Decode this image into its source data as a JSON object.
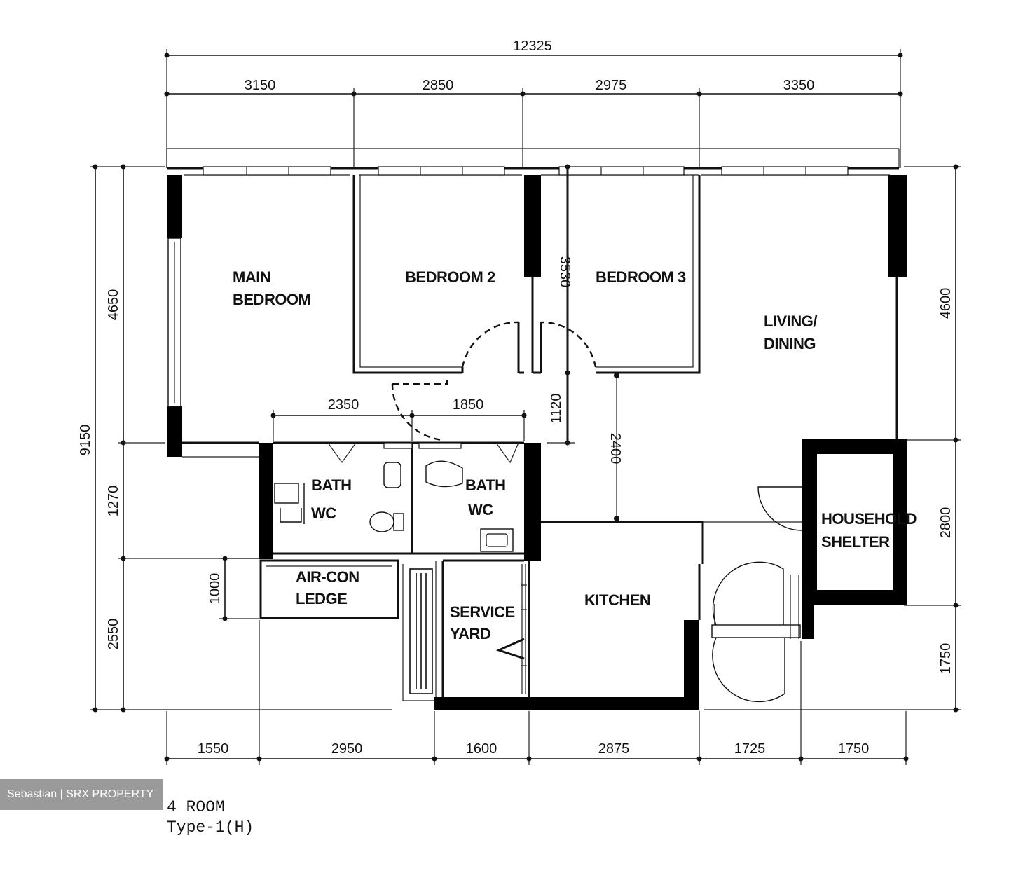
{
  "dimensions": {
    "total_width": "12325",
    "top": [
      "3150",
      "2850",
      "2975",
      "3350"
    ],
    "bottom": [
      "1550",
      "2950",
      "1600",
      "2875",
      "1725",
      "1750"
    ],
    "left_total": "9150",
    "left": [
      "4650",
      "1270",
      "2550"
    ],
    "right": [
      "4600",
      "2800",
      "1750"
    ],
    "internal": {
      "bath_width_a": "2350",
      "bath_width_b": "1850",
      "corridor_a": "3530",
      "corridor_b": "1120",
      "corridor_c": "2400",
      "ledge_depth": "1000"
    }
  },
  "rooms": {
    "main_bedroom": [
      "MAIN",
      "BEDROOM"
    ],
    "bedroom_2": "BEDROOM 2",
    "bedroom_3": "BEDROOM 3",
    "living_dining": [
      "LIVING/",
      "DINING"
    ],
    "master_bath": [
      "BATH",
      "WC"
    ],
    "common_bath": [
      "BATH",
      "WC"
    ],
    "shelter": [
      "HOUSEHOLD",
      "SHELTER"
    ],
    "aircon_ledge": [
      "AIR-CON",
      "LEDGE"
    ],
    "service_yard": [
      "SERVICE",
      "YARD"
    ],
    "kitchen": "KITCHEN"
  },
  "watermark": "Sebastian | SRX PROPERTY",
  "plan_title": {
    "line1": "4 ROOM",
    "line2": "Type-1(H)"
  }
}
